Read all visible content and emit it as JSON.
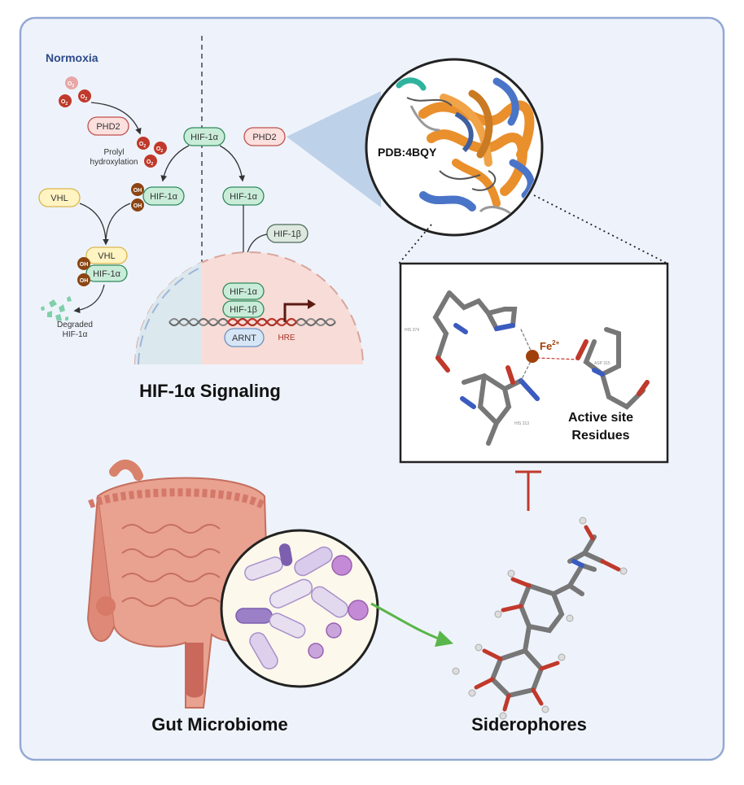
{
  "signaling": {
    "normoxia": "Normoxia",
    "o2": "O",
    "o2_sub": "2",
    "phd2_left": "PHD2",
    "phd2_right": "PHD2",
    "prolyl": "Prolyl",
    "hydroxylation": "hydroxylation",
    "hif_top": "HIF-1α",
    "hif_oh": "HIF-1α",
    "hif_right": "HIF-1α",
    "hif_beta": "HIF-1β",
    "vhl": "VHL",
    "vhl_complex": "VHL",
    "hif_complex": "HIF-1α",
    "oh": "OH",
    "degraded_1": "Degraded",
    "degraded_2": "HIF-1α",
    "nucleus_hif_a": "HIF-1α",
    "nucleus_hif_b": "HIF-1β",
    "arnt": "ARNT",
    "hre": "HRE",
    "title": "HIF-1α Signaling"
  },
  "structure": {
    "pdb_label": "PDB:4BQY"
  },
  "active_site": {
    "fe": "Fe",
    "fe_charge": "2+",
    "his374": "HIS 374",
    "asp315": "ASP 315",
    "his313": "HIS 313",
    "caption_1": "Active site",
    "caption_2": "Residues"
  },
  "labels": {
    "gut": "Gut Microbiome",
    "siderophores": "Siderophores"
  },
  "colors": {
    "panel_bg": "#eef3fb",
    "panel_border": "#93a9d4",
    "hif_fill": "#c9ecd9",
    "hif_stroke": "#2f8a5b",
    "phd_fill": "#fbe0de",
    "phd_stroke": "#c0504d",
    "vhl_fill": "#fff4c2",
    "vhl_stroke": "#d9b64c",
    "oh_fill": "#8b4513",
    "inhibit": "#c0392b",
    "arrow_green": "#5ab54a",
    "helix_orange": "#e98f2c",
    "helix_blue": "#4a74c7"
  },
  "icons": [
    "o2-molecule-icon",
    "hydroxyl-icon",
    "transcription-arrow-icon",
    "protein-structure-icon",
    "inhibition-bar-icon",
    "gut-icon",
    "bacteria-icon",
    "siderophore-molecule-icon"
  ]
}
